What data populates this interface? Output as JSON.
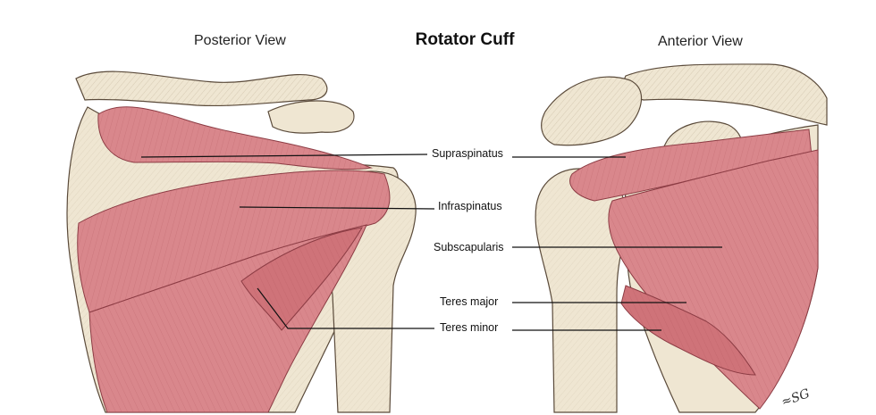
{
  "title": "Rotator Cuff",
  "views": {
    "posterior": "Posterior View",
    "anterior": "Anterior View"
  },
  "labels": {
    "supraspinatus": "Supraspinatus",
    "infraspinatus": "Infraspinatus",
    "subscapularis": "Subscapularis",
    "teres_major": "Teres major",
    "teres_minor": "Teres minor"
  },
  "colors": {
    "muscle": "#d9878c",
    "muscle_dark": "#b9585f",
    "bone": "#efe6d2",
    "bone_shadow": "#c9b89a",
    "outline": "#5a4a3a",
    "leader": "#111111"
  }
}
